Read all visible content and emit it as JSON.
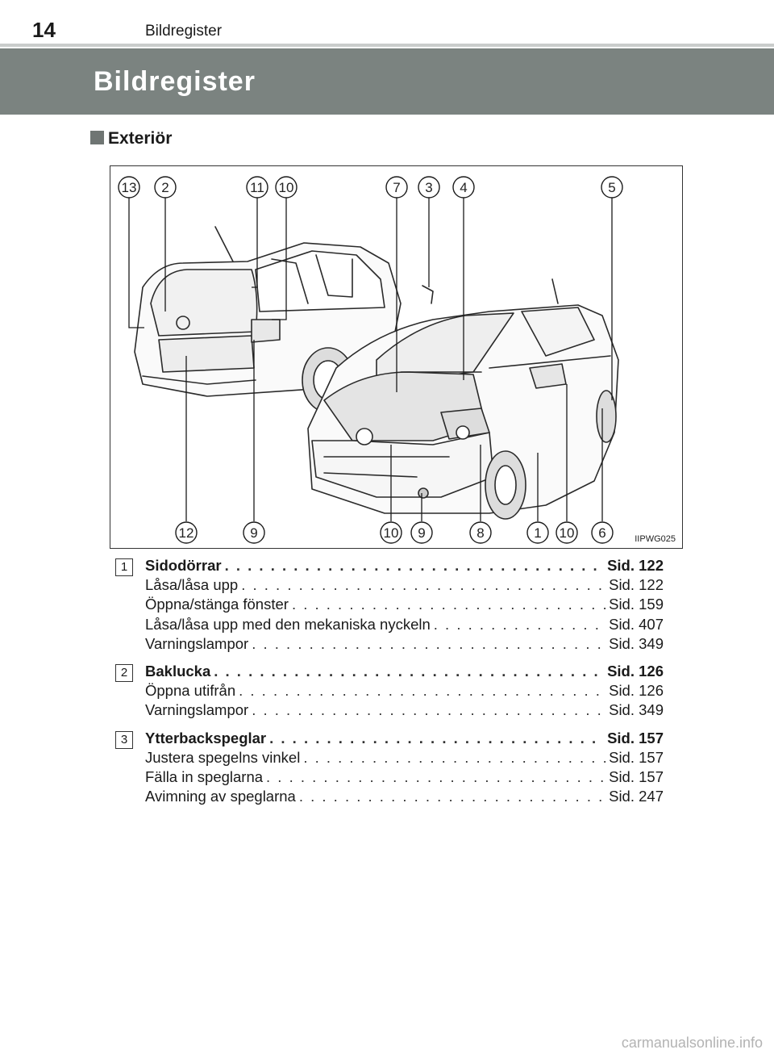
{
  "header": {
    "page_number": "14",
    "running_title": "Bildregister"
  },
  "chapter_title": "Bildregister",
  "section": {
    "title": "Exteriör"
  },
  "figure": {
    "code": "IIPWG025",
    "callouts_top": [
      "13",
      "2",
      "11",
      "10",
      "7",
      "3",
      "4",
      "5"
    ],
    "callouts_bottom": [
      "12",
      "9",
      "10",
      "9",
      "8",
      "1",
      "10",
      "6"
    ]
  },
  "entries": [
    {
      "number": "1",
      "title": "Sidodörrar",
      "title_ref": "Sid. 122",
      "items": [
        {
          "label": "Låsa/låsa upp",
          "ref": "Sid. 122"
        },
        {
          "label": "Öppna/stänga fönster",
          "ref": "Sid. 159"
        },
        {
          "label": "Låsa/låsa upp med den mekaniska nyckeln",
          "ref": "Sid. 407"
        },
        {
          "label": "Varningslampor",
          "ref": "Sid. 349"
        }
      ]
    },
    {
      "number": "2",
      "title": "Baklucka",
      "title_ref": "Sid. 126",
      "items": [
        {
          "label": "Öppna utifrån",
          "ref": "Sid. 126"
        },
        {
          "label": "Varningslampor",
          "ref": "Sid. 349"
        }
      ]
    },
    {
      "number": "3",
      "title": "Ytterbackspeglar",
      "title_ref": "Sid. 157",
      "items": [
        {
          "label": "Justera spegelns vinkel",
          "ref": "Sid. 157"
        },
        {
          "label": "Fälla in speglarna",
          "ref": "Sid. 157"
        },
        {
          "label": "Avimning av speglarna",
          "ref": "Sid. 247"
        }
      ]
    }
  ],
  "watermark": "carmanualsonline.info"
}
